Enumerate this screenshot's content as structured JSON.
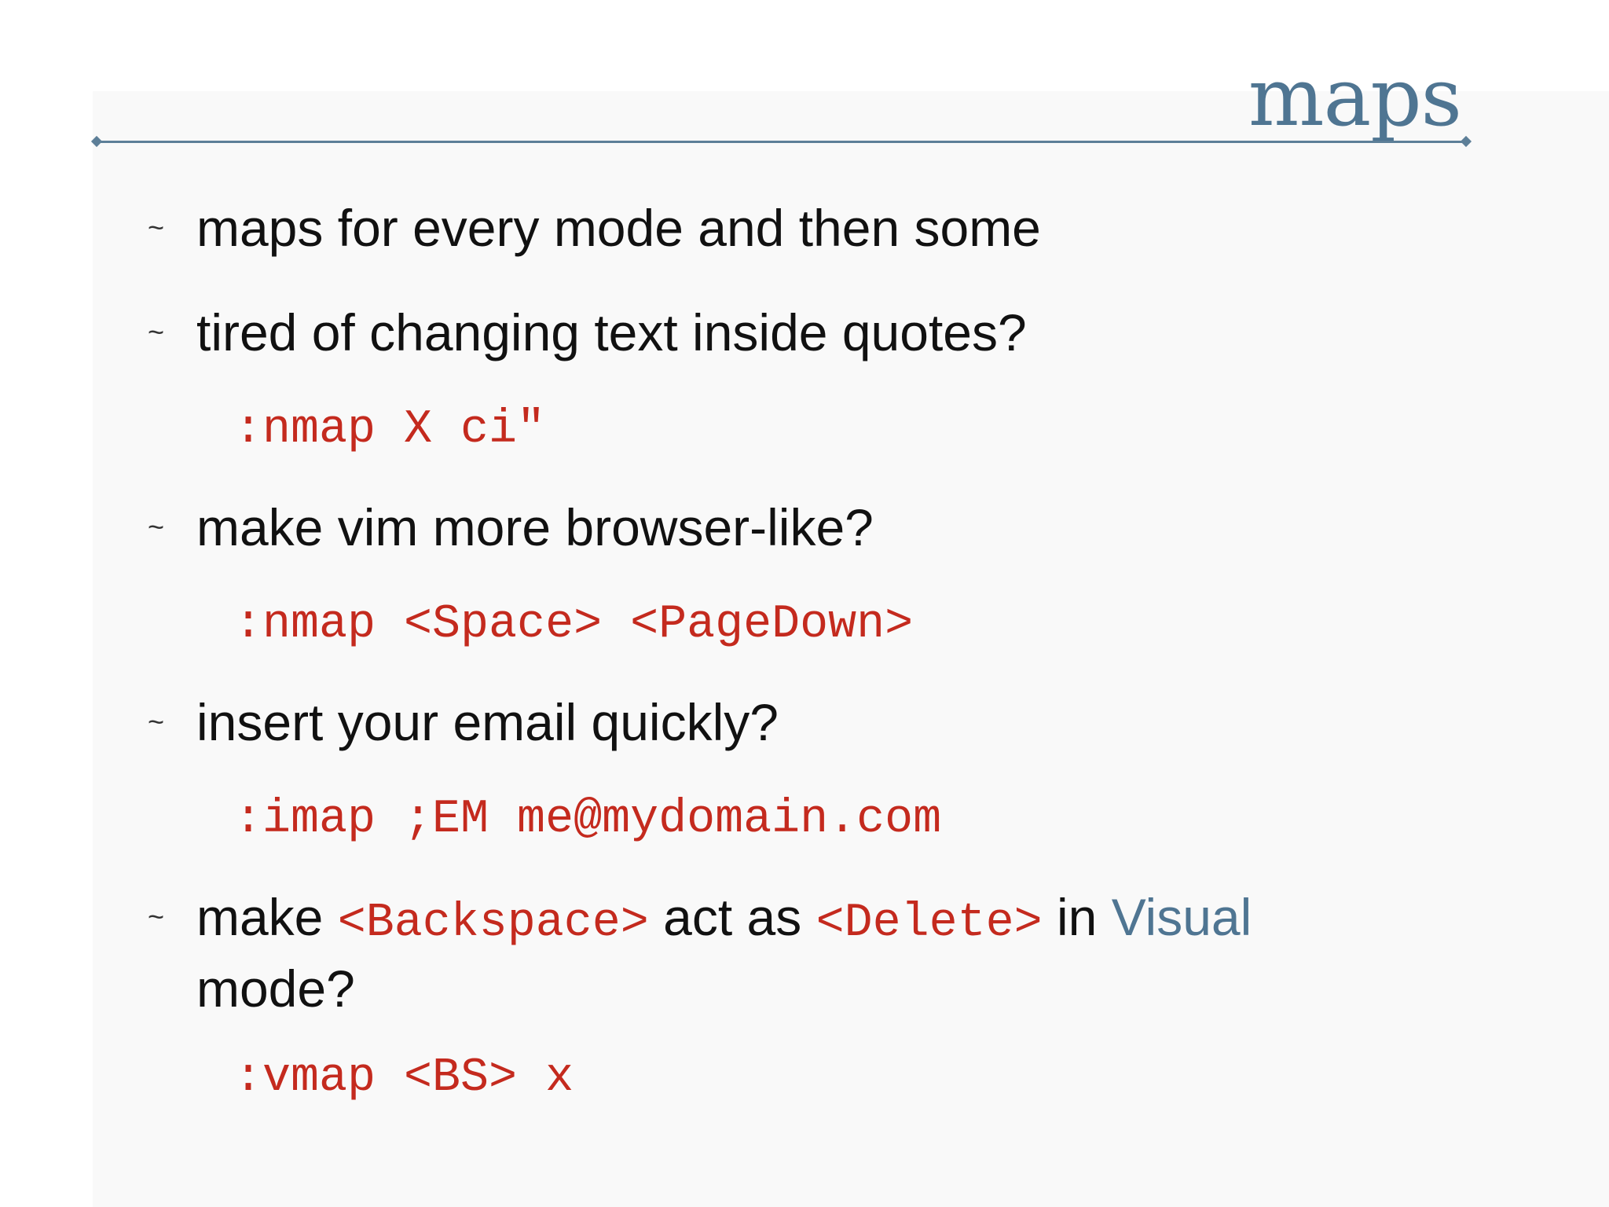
{
  "title": "maps",
  "bullets": [
    {
      "text": "maps for every mode and then some"
    },
    {
      "text": "tired of changing text inside quotes?",
      "code": ":nmap X ci\""
    },
    {
      "text": "make vim more browser-like?",
      "code": ":nmap <Space> <PageDown>"
    },
    {
      "text": "insert your email quickly?",
      "code": ":imap ;EM me@mydomain.com"
    },
    {
      "parts": [
        "make",
        "<Backspace>",
        "act as",
        "<Delete>",
        "in",
        "Visual"
      ],
      "continuation": "mode?",
      "code": ":vmap <BS> x"
    }
  ],
  "bullet_marker": "~",
  "colors": {
    "title": "#4f7592",
    "code": "#c42a1e",
    "text": "#111111"
  }
}
